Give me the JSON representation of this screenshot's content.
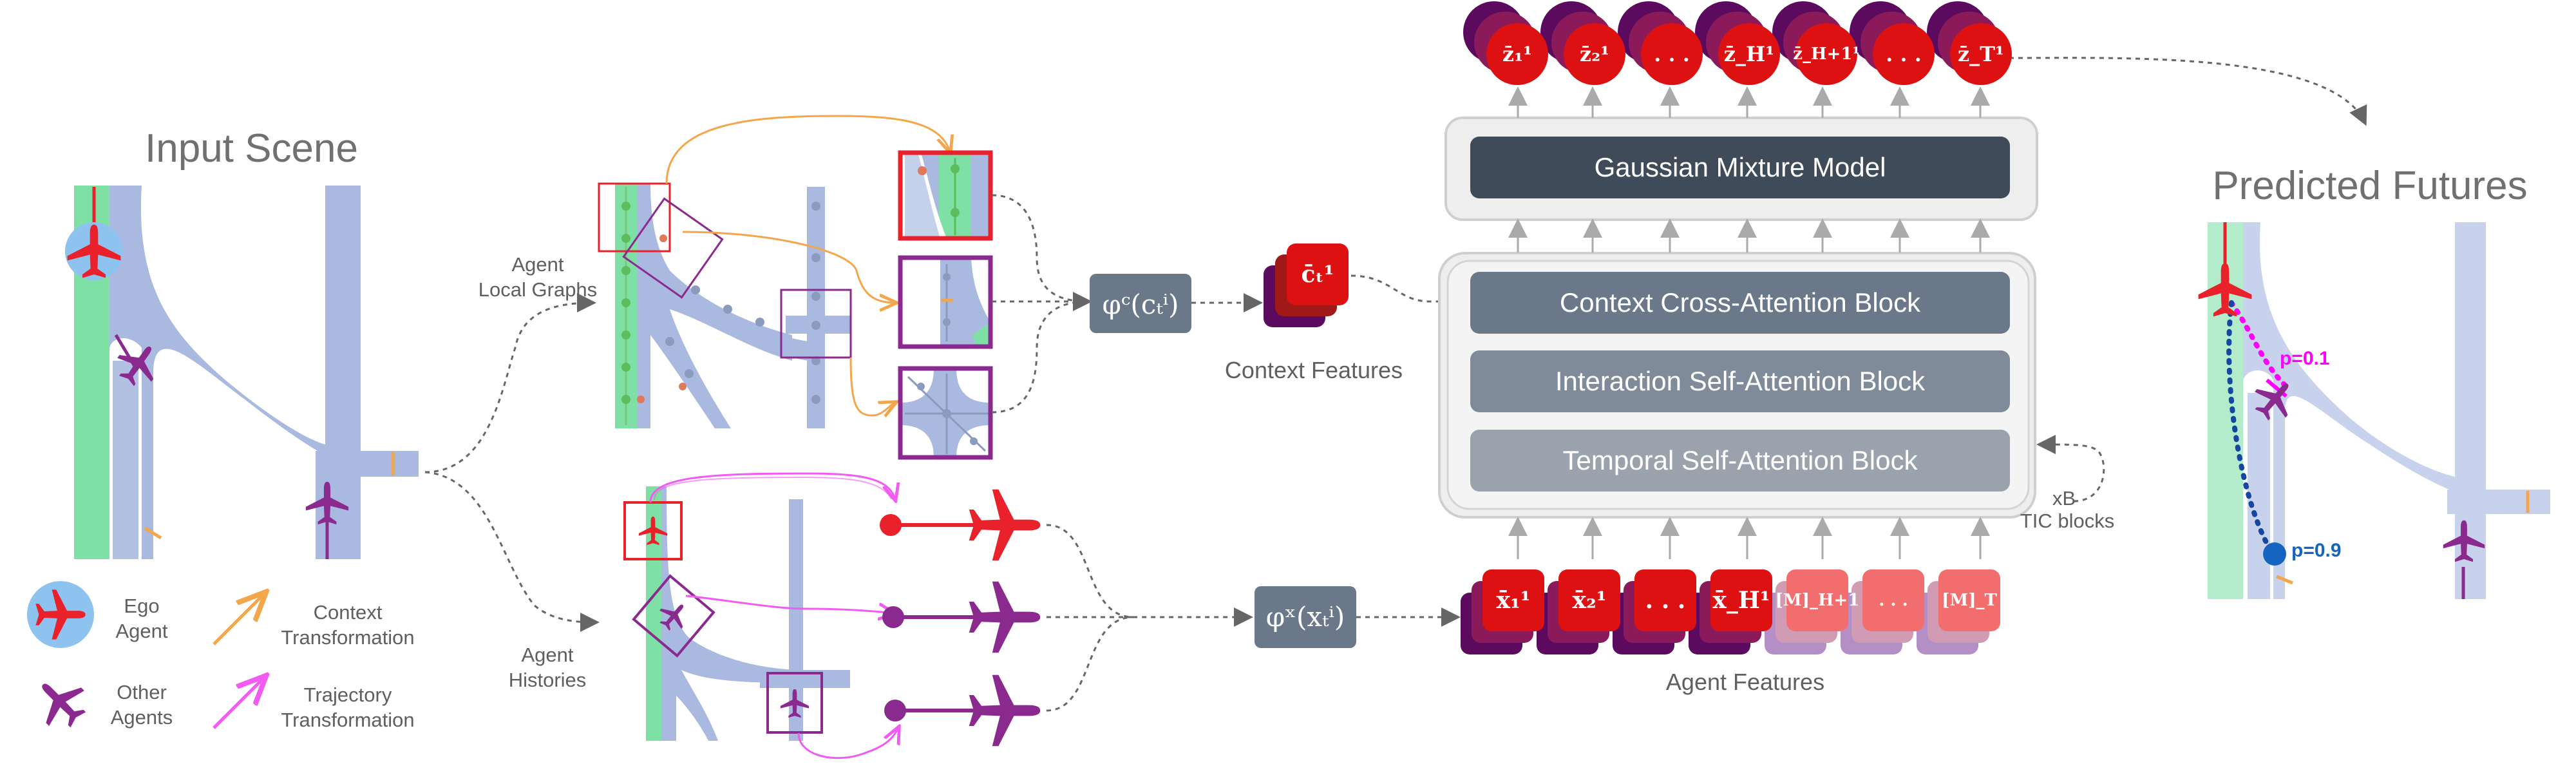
{
  "colors": {
    "ego": "#e8212a",
    "other": "#8b2a8e",
    "road": "#a9b9e0",
    "ego_lane": "#7fe0a6",
    "context_arrow": "#f3a64c",
    "traj_arrow": "#f15bf2",
    "block_dark": "#3f4b58",
    "block_mid1": "#6a7889",
    "block_mid2": "#7f8b99",
    "block_mid3": "#9aa3ad",
    "token_red": "#dd1111",
    "token_pink": "#f26d6d",
    "token_purple": "#5c0a5e",
    "token_lilac": "#b48fc6"
  },
  "titles": {
    "input_scene": "Input Scene",
    "predicted_futures": "Predicted Futures"
  },
  "legend": {
    "ego": "Ego\nAgent",
    "other": "Other\nAgents",
    "context": "Context\nTransformation",
    "trajectory": "Trajectory\nTransformation"
  },
  "branch_labels": {
    "local_graphs": "Agent\nLocal Graphs",
    "histories": "Agent\nHistories"
  },
  "features": {
    "context": "Context Features",
    "agent": "Agent Features"
  },
  "encoders": {
    "context": "φᶜ(cₜⁱ)",
    "trajectory": "φˣ(xₜⁱ)"
  },
  "context_token": "c̄ₜ¹",
  "blocks": {
    "gmm": "Gaussian Mixture Model",
    "context_cross": "Context Cross-Attention Block",
    "interaction_self": "Interaction Self-Attention Block",
    "temporal_self": "Temporal Self-Attention Block"
  },
  "tic": {
    "xb": "xB",
    "blocks": "TIC blocks"
  },
  "agent_tokens": [
    {
      "label": "x̄₁¹",
      "kind": "red"
    },
    {
      "label": "x̄₂¹",
      "kind": "red"
    },
    {
      "label": ". . .",
      "kind": "red"
    },
    {
      "label": "x̄_H¹",
      "kind": "red"
    },
    {
      "label": "[M]_H+1",
      "kind": "pink"
    },
    {
      "label": ". . .",
      "kind": "pink"
    },
    {
      "label": "[M]_T",
      "kind": "pink"
    }
  ],
  "output_tokens": [
    {
      "label": "z̄₁¹"
    },
    {
      "label": "z̄₂¹"
    },
    {
      "label": ". . ."
    },
    {
      "label": "z̄_H¹"
    },
    {
      "label": "z̄_H+1¹"
    },
    {
      "label": ". . ."
    },
    {
      "label": "z̄_T¹"
    }
  ],
  "predictions": [
    {
      "label": "p=0.1",
      "color": "#ff00ff"
    },
    {
      "label": "p=0.9",
      "color": "#1565c0"
    }
  ]
}
